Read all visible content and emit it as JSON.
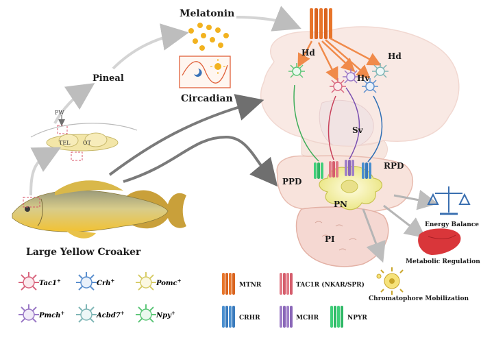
{
  "diagram": {
    "title": "Large Yellow Croaker",
    "upstream": {
      "melatonin": "Melatonin",
      "pineal": "Pineal",
      "circadian": "Circadian"
    },
    "brain_regions": {
      "pw": "PW",
      "tel": "TEL",
      "ot": "OT",
      "hd_left": "Hd",
      "hd_right": "Hd",
      "hv": "Hv",
      "sv": "Sv",
      "ppd": "PPD",
      "rpd": "RPD",
      "pn": "PN",
      "pi": "PI"
    },
    "outcomes": {
      "energy_balance": "Energy Balance",
      "metabolic_regulation": "Metabolic Regulation",
      "chromatophore_mobilization": "Chromatophore Mobilization"
    },
    "neuron_legend": [
      {
        "gene": "Tac1",
        "sup": "+",
        "color": "#d9667f"
      },
      {
        "gene": "Crh",
        "sup": "+",
        "color": "#5b8fcf"
      },
      {
        "gene": "Pomc",
        "sup": "+",
        "color": "#d8cd6a"
      },
      {
        "gene": "Pmch",
        "sup": "+",
        "color": "#9a78c6"
      },
      {
        "gene": "Acbd7",
        "sup": "+",
        "color": "#7fb6b6"
      },
      {
        "gene": "Npy",
        "sup": "+",
        "color": "#5fc77a"
      }
    ],
    "receptor_legend": [
      {
        "label": "MTNR",
        "color": "#e8752a"
      },
      {
        "label": "TAC1R (NKAR/SPR)",
        "color": "#e27a86"
      },
      {
        "label": "CRHR",
        "color": "#4a8fcf"
      },
      {
        "label": "MCHR",
        "color": "#9f7fc8"
      },
      {
        "label": "NPYR",
        "color": "#3fcf7a"
      }
    ]
  }
}
